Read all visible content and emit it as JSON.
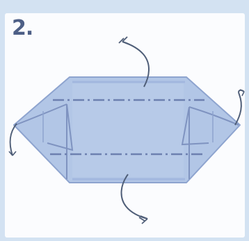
{
  "step": {
    "number": "2."
  },
  "diagram": {
    "fold_lines": "dash-dot",
    "colors": {
      "paper": "#b2c6e6",
      "paper_light": "#c4d4ee",
      "outline": "#8ea4cf",
      "crease": "#6d80b0",
      "arrow": "#4f5e78"
    },
    "arrow_icons": [
      "curved-arrow-up",
      "curved-arrow-down",
      "curved-arrow-right"
    ]
  }
}
